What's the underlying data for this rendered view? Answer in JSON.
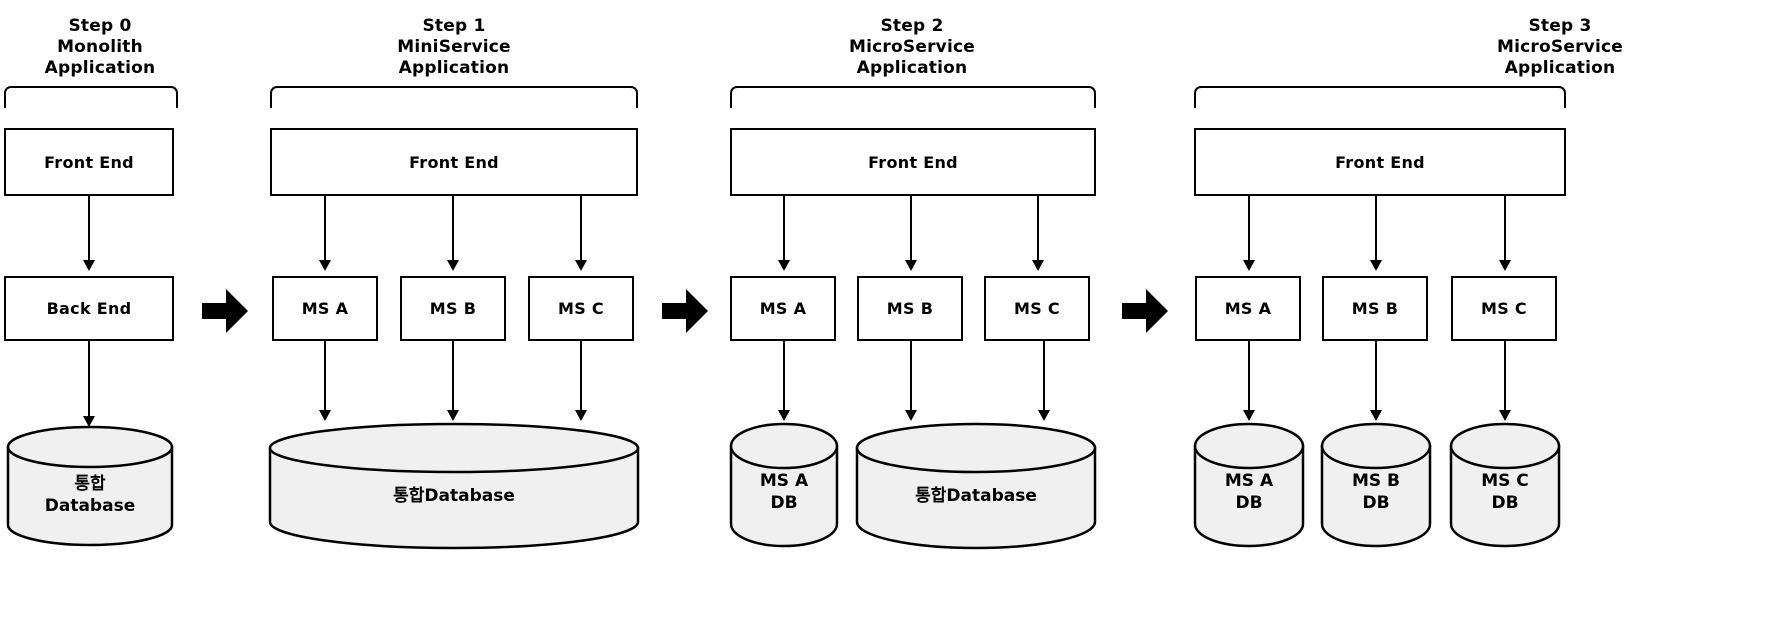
{
  "diagram": {
    "title_step0": "Step 0\nMonolith\nApplication",
    "title_step1": "Step 1\nMiniService\nApplication",
    "title_step2": "Step 2\nMicroService\nApplication",
    "title_step3": "Step 3\nMicroService\nApplication",
    "colors": {
      "stroke": "#000000",
      "box_fill": "#ffffff",
      "cylinder_fill": "#f0f0f0",
      "background": "#ffffff"
    },
    "steps": [
      {
        "id": "step-0",
        "title": "Step 0\nMonolith\nApplication",
        "frontend": "Front End",
        "services": [
          "Back End"
        ],
        "databases": [
          "통합\nDatabase"
        ]
      },
      {
        "id": "step-1",
        "title": "Step 1\nMiniService\nApplication",
        "frontend": "Front End",
        "services": [
          "MS A",
          "MS B",
          "MS C"
        ],
        "databases": [
          "통합Database"
        ]
      },
      {
        "id": "step-2",
        "title": "Step 2\nMicroService\nApplication",
        "frontend": "Front End",
        "services": [
          "MS A",
          "MS B",
          "MS C"
        ],
        "databases": [
          "MS A\nDB",
          "통합Database"
        ]
      },
      {
        "id": "step-3",
        "title": "Step 3\nMicroService\nApplication",
        "frontend": "Front End",
        "services": [
          "MS A",
          "MS B",
          "MS C"
        ],
        "databases": [
          "MS A\nDB",
          "MS B\nDB",
          "MS C\nDB"
        ]
      }
    ],
    "labels": {
      "front_end": "Front End",
      "back_end": "Back End",
      "ms_a": "MS A",
      "ms_b": "MS B",
      "ms_c": "MS C",
      "db_unified_two_line": "통합\nDatabase",
      "db_unified_one_line": "통합Database",
      "db_ms_a": "MS A\nDB",
      "db_ms_b": "MS B\nDB",
      "db_ms_c": "MS C\nDB"
    },
    "transition_arrows": [
      "transition-0-to-1",
      "transition-1-to-2",
      "transition-2-to-3"
    ]
  }
}
